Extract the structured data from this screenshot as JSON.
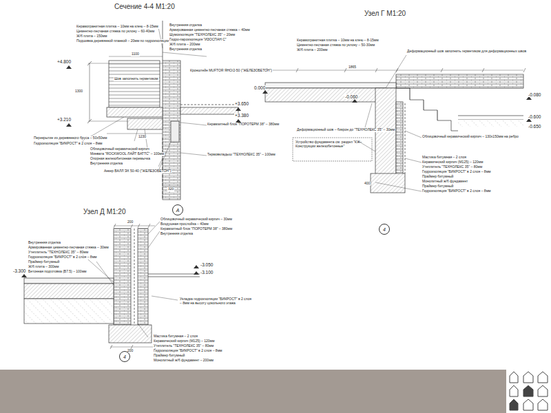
{
  "diagram": {
    "nodes": [
      {
        "text": [
          "А"
        ]
      },
      {
        "text": [
          "4"
        ]
      },
      {
        "text": [
          "4"
        ]
      }
    ],
    "labels": [
      "Сечение 4-4  М1:20",
      "+4.800",
      "+3.210",
      "+3.650",
      "+3.380",
      "Керамогранитная плитка – 10мм на клею – 8-15мм",
      "Цементно-песчаная стяжка по уклону – 60-40мм",
      "Ж/б плита – 150мм",
      "Подшивка деревянной планкой – 20мм по гидроизоляции",
      "Внутренняя отделка",
      "Армированная цементно-песчаная стяжка – 40мм",
      "Шумоизоляция \"ТЕХНОЛЕКС 35\" – 20мм",
      "Гидро-пароизоляция \"ИЗОСПАН С\"",
      "Ж/б плита – 200мм",
      "Внутренняя отделка",
      "Кронштейн MUFTOR ЯНО/2-50 (\"ЖЕЛЕЗОБЕТОН\")",
      "Шов заполнить герметиком",
      "Перекрытие из деревянного бруса – 50х50мм",
      "Гидроизоляция \"БИКРОСТ\" в 2 слоя – 8мм",
      "Облицовочный керамический кирпич",
      "Минвата \"ROCKWOOL ЛАЙТ БАТТС\" – 100мм",
      "Опорная железобетонная перемычка",
      "Внутренняя отделка",
      "Анкер ВАЛЛ ЭХ 50-40 (\"ЖЕЛЕЗОБЕТОН\")",
      "Керамзитный блок \"ПОРОТЕРМ 38\" – 380мм",
      "Термовкладыш \"ТЕХНОЛЕКС 35\" – 100мм",
      "Узел Г  М1:20",
      "Керамогранитная плитка – 10мм на клею – 8-15мм",
      "Цементно-песчаная стяжка по уклону – 50-30мм",
      "Ж/б плита – 200мм",
      "Деформационный шов заполнить герметиком для деформационных швов",
      "0.000",
      "-0.060",
      "-0.080",
      "-0.600",
      "-0.650",
      "Деформационный шов – бикрон до \"ТЕХНОЛЕКС 35\" – 30мм",
      "Устройство фундамента см. раздел \"КЖ–Конструкции железобетонные\"",
      "Облицовочный керамический кирпич – 130х150мм на ребро",
      "Мастика битумная – 2 слоя",
      "Керамический кирпич (М125) – 120мм",
      "Утеплитель \"ТЕХНОЛЕКС 35\" – 80мм",
      "Гидроизоляция \"БИКРОСТ\" в 2 слоя – 8мм",
      "Праймер битумный",
      "Монолитный ж/б фундамент",
      "Праймер битумный",
      "Гидроизоляция \"БИКРОСТ\" в 2 слоя – 8мм",
      "Узел Д  М1:20",
      "Облицовочный керамический кирпич – 30мм",
      "Воздушная прослойка – 40мм",
      "Керамзитный блок \"ПОРОТЕРМ 38\" – 380мм",
      "Внутренняя отделка",
      "Внутренняя отделка",
      "Армированная цементно-песчаная стяжка – 30мм",
      "Утеплитель \"ТЕХНОЛЕКС 35\" – 80мм",
      "Гидроизоляция \"БИКРОСТ\" в 2 слоя – 8мм",
      "Праймер битумный",
      "Ж/б плита – 300мм",
      "Бетонная подготовка (В7.5) – 100мм",
      "-3.300",
      "-3.050",
      "-3.100",
      "Укладка гидроизоляции \"БИКРОСТ\" в 2 слоя – 8мм на высоту цокольного этажа",
      "Мастика битумная – 2 слоя",
      "Керамический кирпич (М125) – 120мм",
      "Утеплитель \"ТЕХНОЛЕКС 35\" – 80мм",
      "Гидроизоляция \"БИКРОСТ\" в 2 слоя – 8мм",
      "Праймер битумный",
      "Монолитный ж/б фундамент – 200мм",
      "1300",
      "1100",
      "1230",
      "320",
      "1865",
      "400",
      "200",
      "200"
    ]
  }
}
